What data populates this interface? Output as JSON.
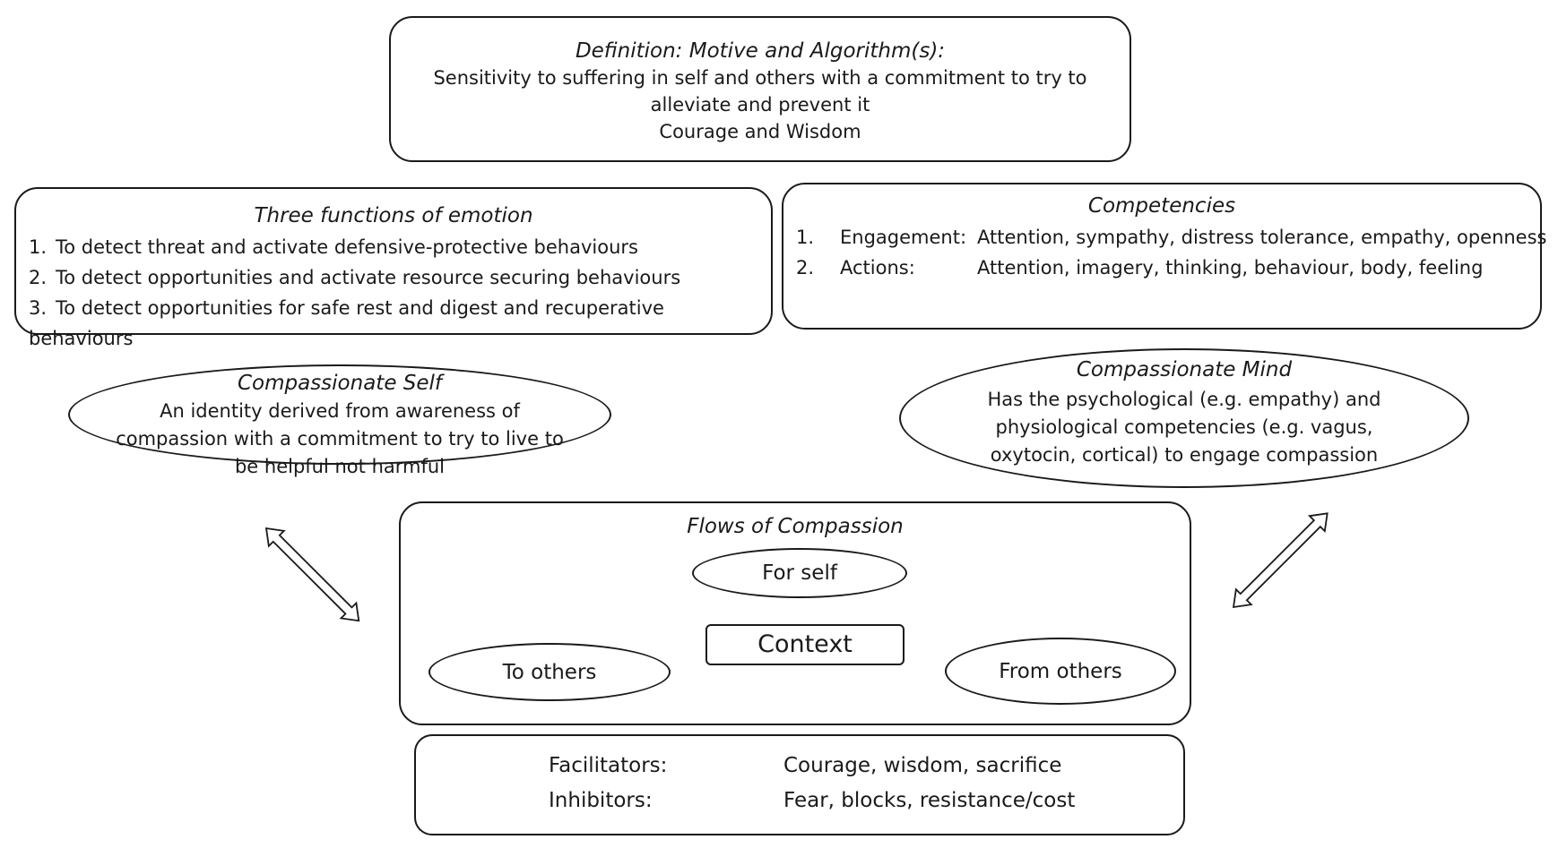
{
  "definition": {
    "title": "Definition: Motive and Algorithm(s):",
    "line1": "Sensitivity to suffering in self and others with a commitment to try to",
    "line2": "alleviate and prevent it",
    "line3": "Courage and Wisdom"
  },
  "three_functions": {
    "title": "Three functions of emotion",
    "items": [
      {
        "num": "1.",
        "text": "To detect threat and activate defensive-protective behaviours"
      },
      {
        "num": "2.",
        "text": "To detect opportunities and activate resource securing behaviours"
      },
      {
        "num": "3.",
        "text": "To detect opportunities for safe rest and digest and recuperative behaviours"
      }
    ]
  },
  "competencies": {
    "title": "Competencies",
    "rows": [
      {
        "num": "1.",
        "key": "Engagement:",
        "value": "Attention, sympathy, distress tolerance, empathy, openness"
      },
      {
        "num": "2.",
        "key": "Actions:",
        "value": "Attention, imagery, thinking, behaviour, body, feeling"
      }
    ]
  },
  "compassionate_self": {
    "title": "Compassionate Self",
    "line1": "An identity derived from awareness of",
    "line2": "compassion with a commitment to try to live to",
    "line3": "be helpful not harmful"
  },
  "compassionate_mind": {
    "title": "Compassionate Mind",
    "line1": "Has the psychological (e.g. empathy) and",
    "line2": "physiological competencies (e.g. vagus,",
    "line3": "oxytocin, cortical) to engage compassion"
  },
  "flows": {
    "title": "Flows of Compassion",
    "for_self": "For self",
    "to_others": "To others",
    "from_others": "From others",
    "context": "Context"
  },
  "modifiers": {
    "facilitators_label": "Facilitators:",
    "facilitators_value": "Courage, wisdom, sacrifice",
    "inhibitors_label": "Inhibitors:",
    "inhibitors_value": "Fear, blocks, resistance/cost"
  }
}
